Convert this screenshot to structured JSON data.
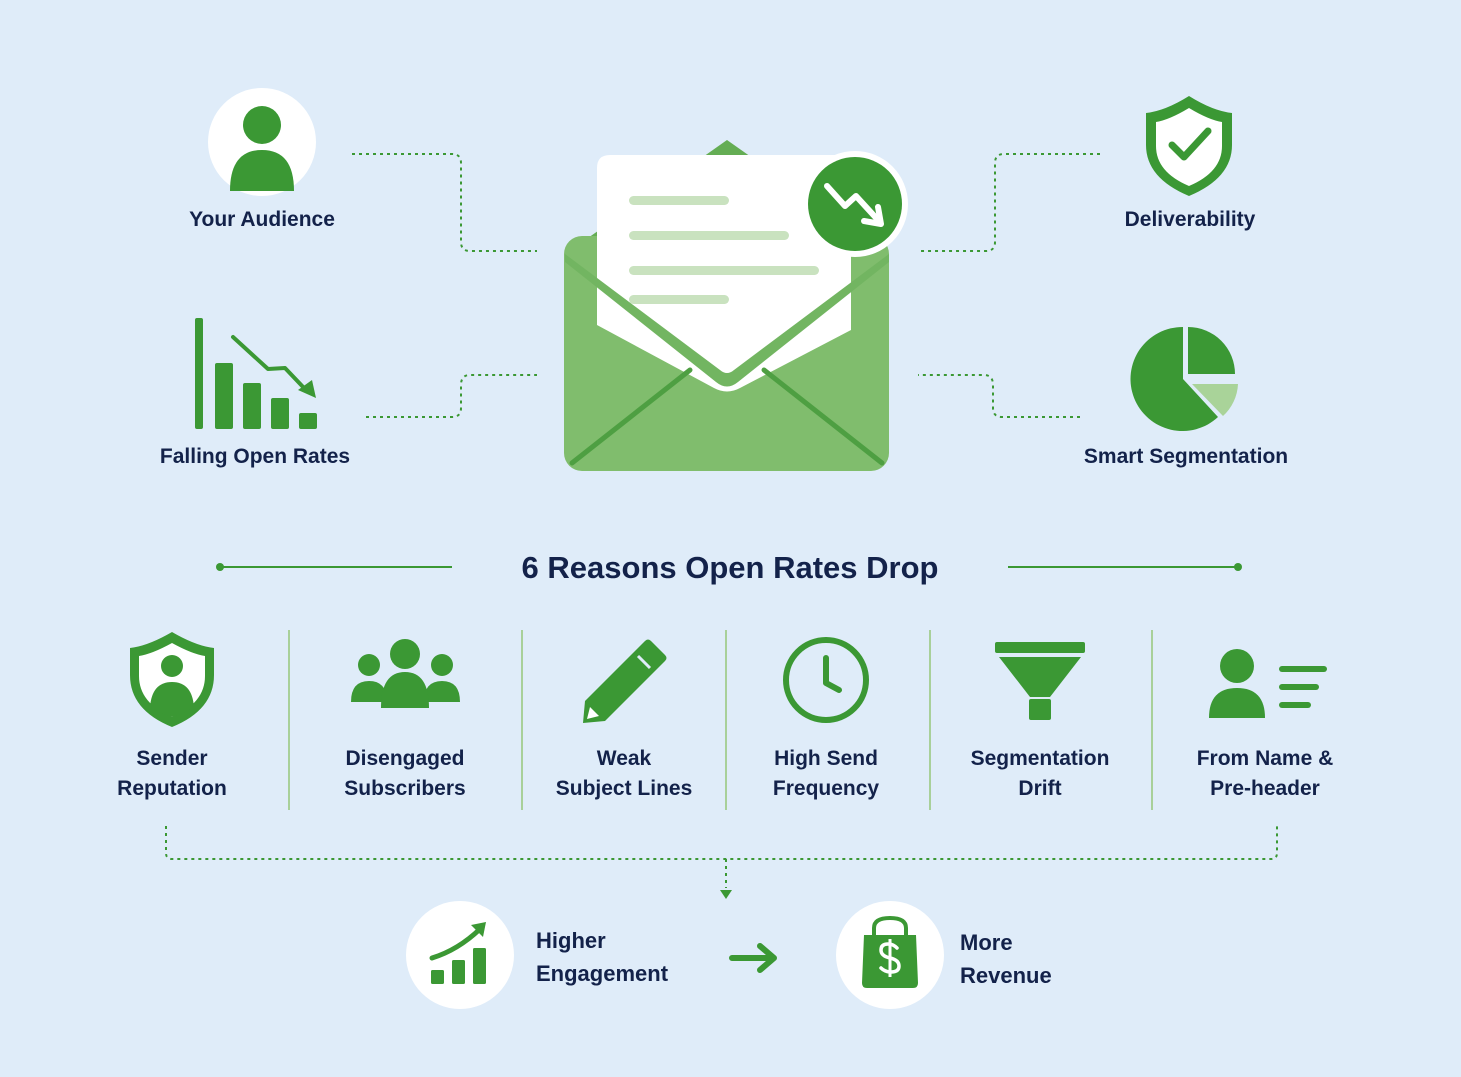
{
  "title": "6 Reasons Open Rates Drop",
  "top_items": [
    {
      "label": "Your Audience",
      "icon": "person-icon"
    },
    {
      "label": "Deliverability",
      "icon": "shield-check-icon"
    },
    {
      "label": "Falling Open Rates",
      "icon": "falling-bar-chart-icon"
    },
    {
      "label": "Smart Segmentation",
      "icon": "pie-chart-icon"
    }
  ],
  "center_icon": "open-envelope-icon",
  "reasons": [
    {
      "line1": "Sender",
      "line2": "Reputation",
      "icon": "shield-user-icon"
    },
    {
      "line1": "Disengaged",
      "line2": "Subscribers",
      "icon": "group-icon"
    },
    {
      "line1": "Weak",
      "line2": "Subject Lines",
      "icon": "pencil-icon"
    },
    {
      "line1": "High Send",
      "line2": "Frequency",
      "icon": "clock-icon"
    },
    {
      "line1": "Segmentation",
      "line2": "Drift",
      "icon": "funnel-icon"
    },
    {
      "line1": "From Name &",
      "line2": "Pre-header",
      "icon": "user-lines-icon"
    }
  ],
  "outcomes": [
    {
      "line1": "Higher",
      "line2": "Engagement",
      "icon": "growth-chart-icon"
    },
    {
      "line1": "More",
      "line2": "Revenue",
      "icon": "money-bag-icon"
    }
  ],
  "colors": {
    "background": "#dfecf9",
    "green": "#3b9834",
    "light_green": "#80bd6d",
    "navy": "#13224a"
  }
}
